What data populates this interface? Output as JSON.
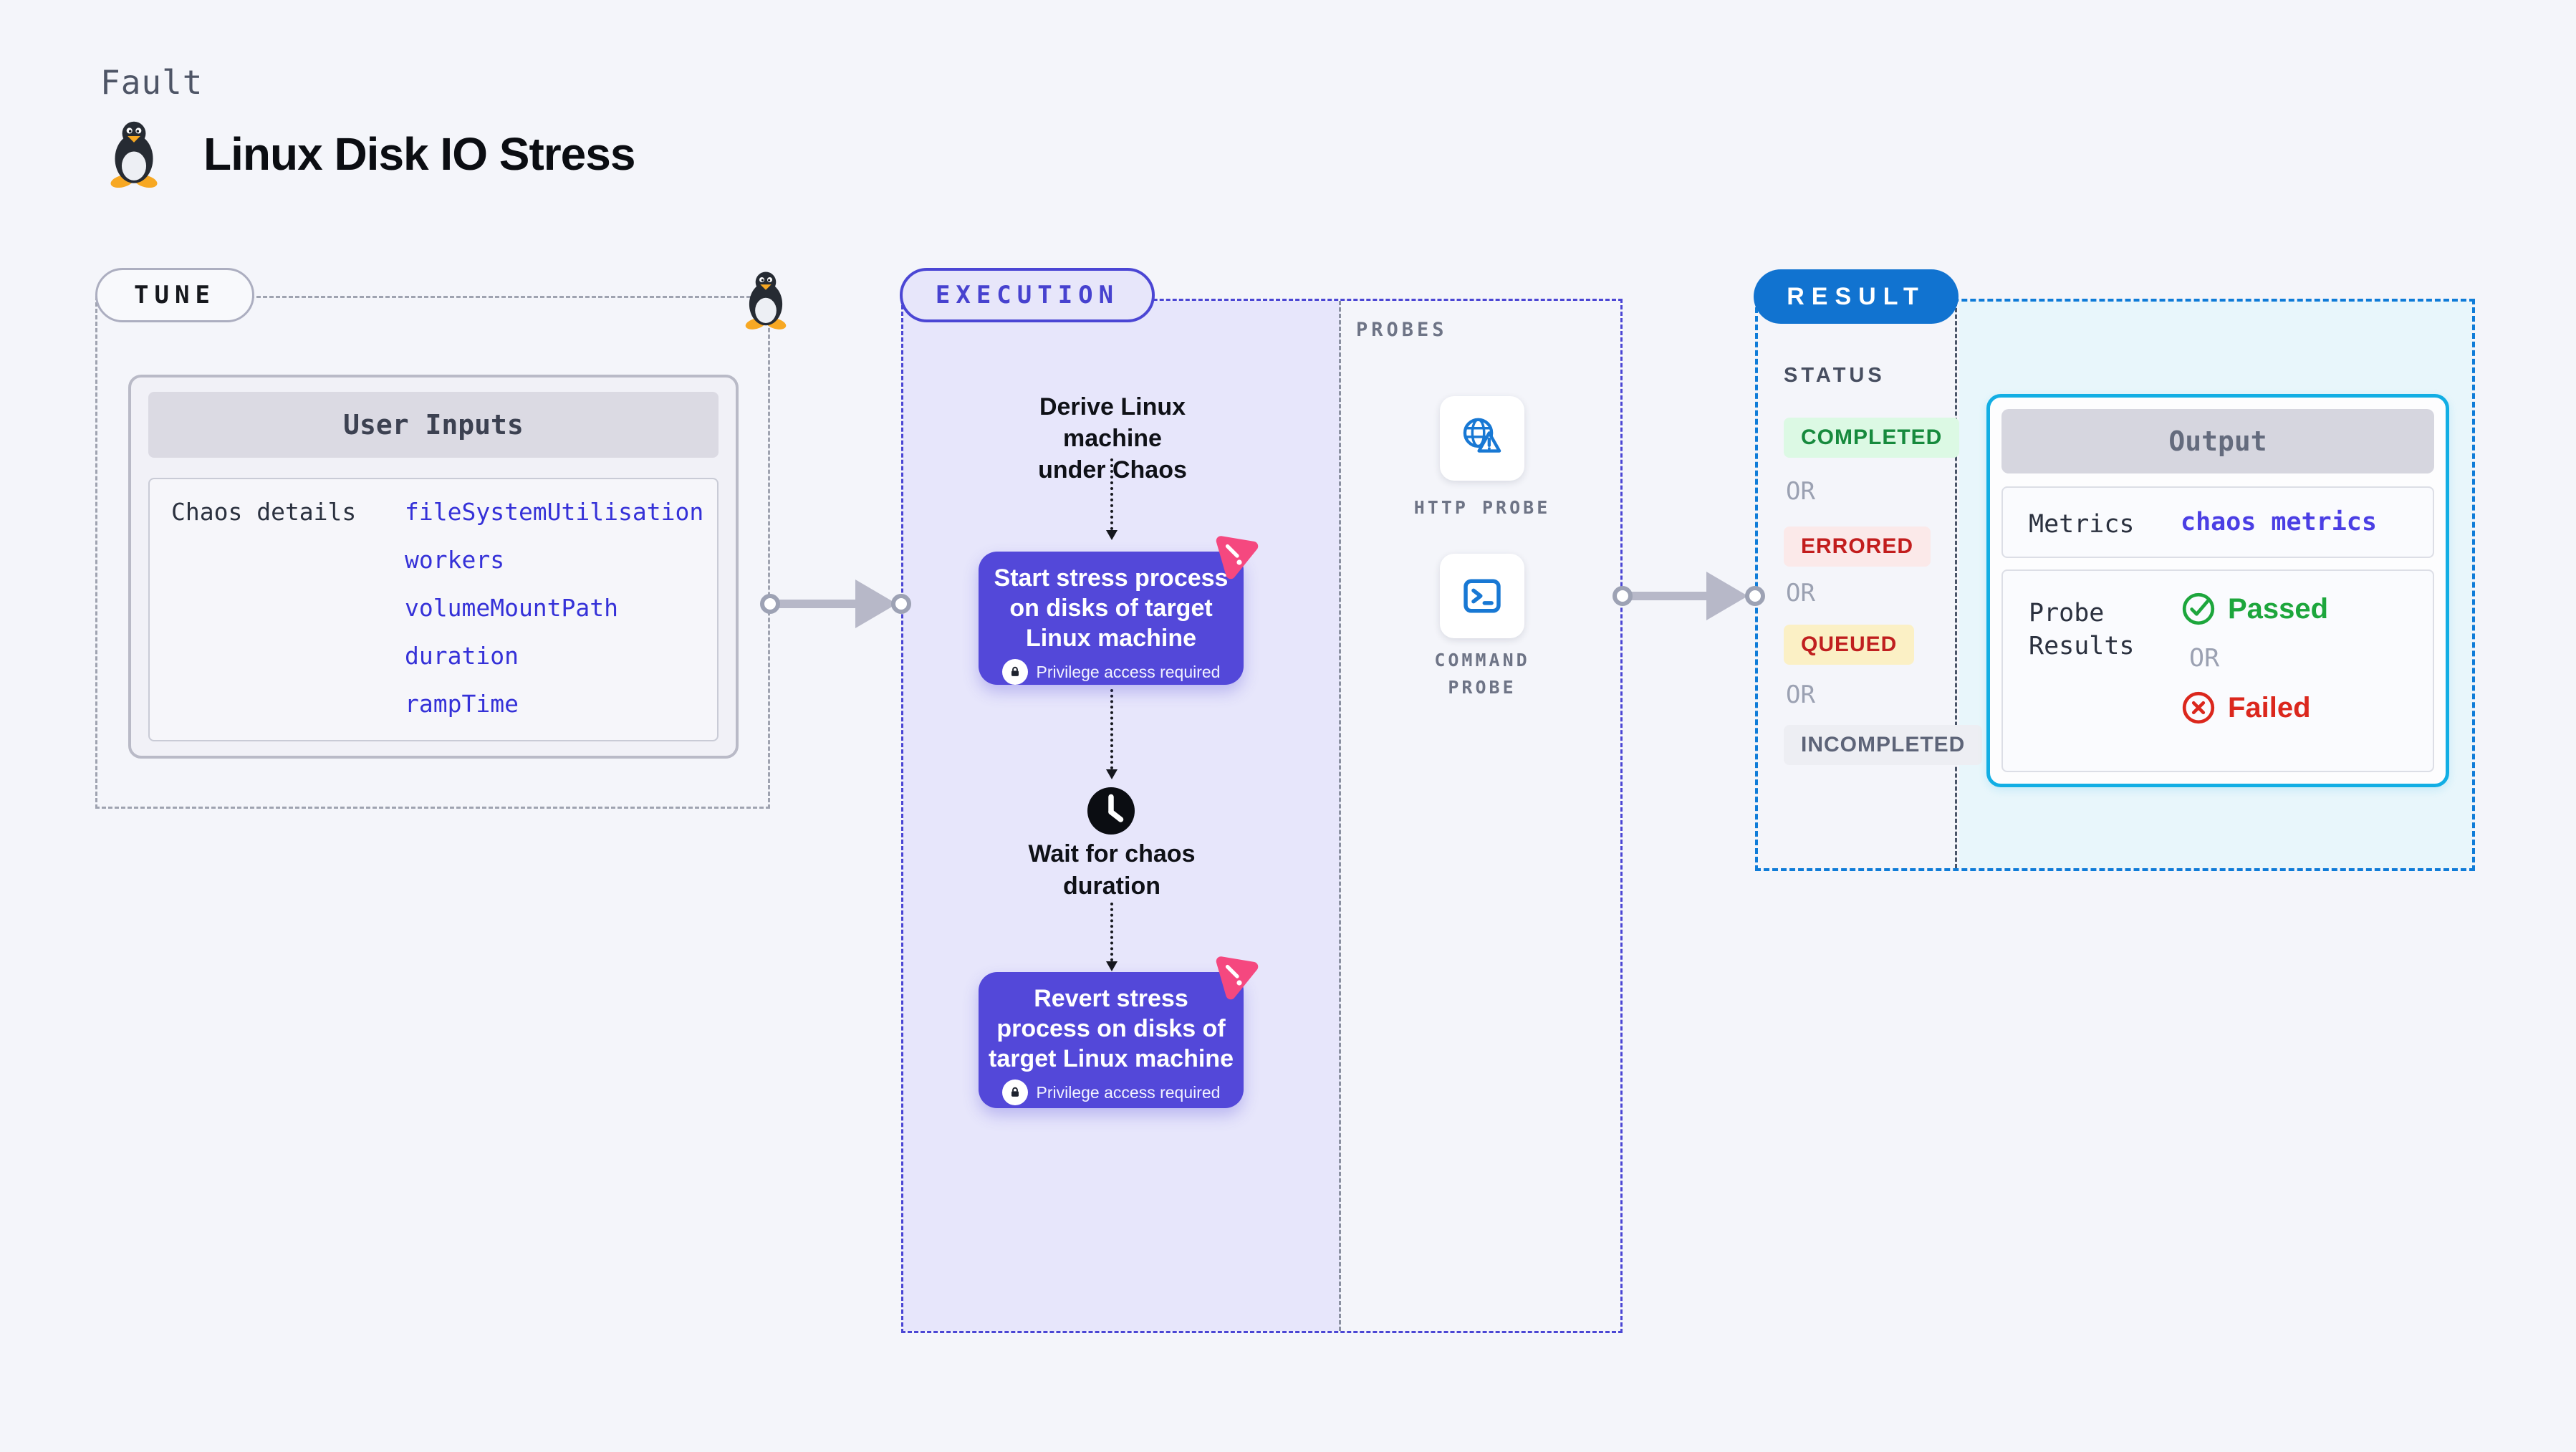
{
  "page": {
    "kicker": "Fault",
    "title": "Linux Disk IO Stress",
    "background": "#F4F5FA"
  },
  "tune": {
    "label": "TUNE",
    "user_inputs": {
      "title": "User Inputs",
      "row_label": "Chaos details",
      "values": [
        "fileSystemUtilisation",
        "workers",
        "volumeMountPath",
        "duration",
        "rampTime"
      ],
      "value_color": "#3531D8"
    }
  },
  "execution": {
    "label": "EXECUTION",
    "accent_color": "#4B46D4",
    "node_color": "#5348D9",
    "derive_lines": [
      "Derive Linux machine",
      "under Chaos"
    ],
    "start_node_lines": [
      "Start stress process",
      "on disks of target",
      "Linux machine"
    ],
    "privilege_note": "Privilege access required",
    "wait_lines": [
      "Wait for chaos",
      "duration"
    ],
    "revert_node_lines": [
      "Revert stress",
      "process on disks of",
      "target Linux machine"
    ]
  },
  "probes": {
    "heading": "PROBES",
    "http_label": "HTTP PROBE",
    "command_label_lines": [
      "COMMAND",
      "PROBE"
    ],
    "icon_color": "#1878D4"
  },
  "result": {
    "label": "RESULT",
    "accent_color": "#0F7CD8",
    "status": {
      "heading": "STATUS",
      "completed": "COMPLETED",
      "errored": "ERRORED",
      "queued": "QUEUED",
      "incompleted": "INCOMPLETED",
      "or": "OR",
      "colors": {
        "completed_bg": "#DCF9E4",
        "completed_text": "#168A3D",
        "errored_bg": "#FBE9E9",
        "errored_text": "#C21D1D",
        "queued_bg": "#FBF0C5",
        "queued_text": "#C01F1F",
        "incompleted_bg": "#EDEEF3",
        "incompleted_text": "#5D6478"
      }
    },
    "output": {
      "title": "Output",
      "metrics_label": "Metrics",
      "metrics_value": "chaos metrics",
      "probe_results_lines": [
        "Probe",
        "Results"
      ],
      "passed": "Passed",
      "or": "OR",
      "failed": "Failed",
      "passed_color": "#1DA63C",
      "failed_color": "#DB271D"
    }
  }
}
